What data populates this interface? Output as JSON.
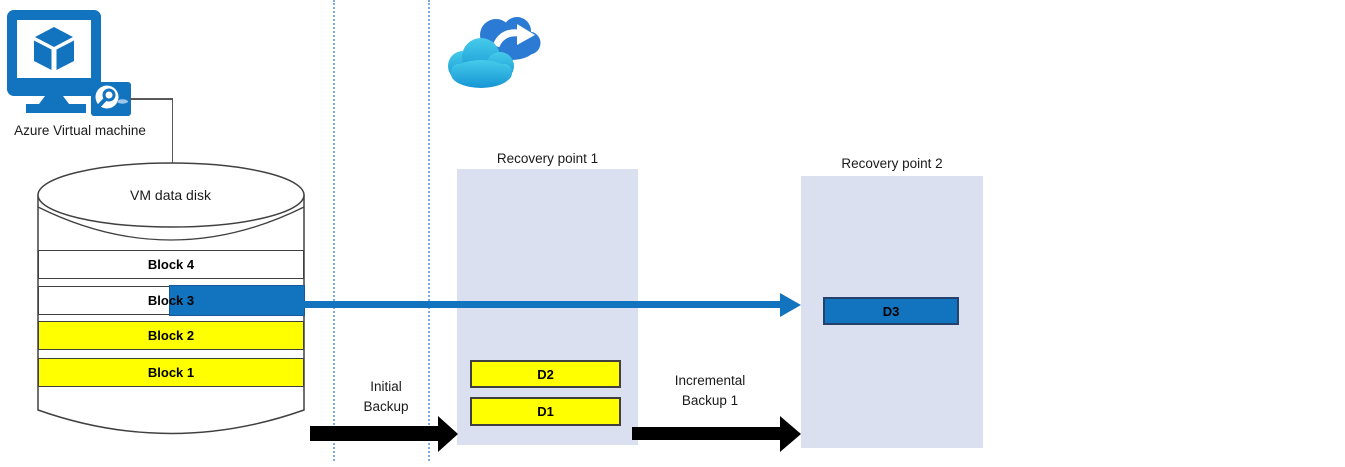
{
  "colors": {
    "azure_blue": "#1273BE",
    "block_yellow": "#FFFF00",
    "recovery_box_fill": "#DBE0F1",
    "block_border": "#3F3F3F",
    "d3_border": "#24426B",
    "dotted_guide_blue": "#5B9BD5",
    "arrow_black": "#000000",
    "cloud_back_blue": "#2B7BD4",
    "cloud_front_cyan_top": "#45CBEA",
    "cloud_front_cyan_bottom": "#1795D4"
  },
  "vm": {
    "label": "Azure Virtual machine",
    "icon": "azure-vm-monitor-icon",
    "badge_icon": "disk-search-icon"
  },
  "cloud": {
    "icon": "azure-backup-cloud-icon"
  },
  "disk": {
    "title": "VM data disk",
    "blocks": [
      {
        "label": "Block 4",
        "fill": "#FFFFFF"
      },
      {
        "label": "Block 3",
        "fill": "#FFFFFF",
        "changed_highlight": "#1273BE"
      },
      {
        "label": "Block 2",
        "fill": "#FFFF00"
      },
      {
        "label": "Block 1",
        "fill": "#FFFF00"
      }
    ]
  },
  "flows": {
    "initial": {
      "label": "Initial Backup"
    },
    "incremental": {
      "label": "Incremental Backup 1"
    }
  },
  "recovery_points": [
    {
      "title": "Recovery point 1",
      "items": [
        "D2",
        "D1"
      ]
    },
    {
      "title": "Recovery point 2",
      "items": [
        "D3"
      ]
    }
  ]
}
